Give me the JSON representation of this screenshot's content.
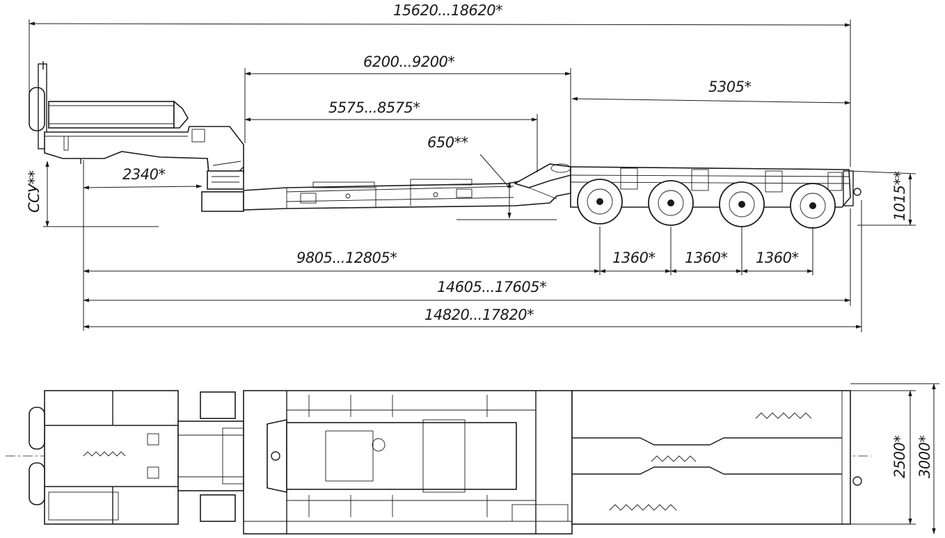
{
  "side_view": {
    "dims": {
      "overall_top": "15620...18620*",
      "gooseneck_to_rear_deck": "6200...9200*",
      "well_length": "5575...8575*",
      "rear_section": "5305*",
      "well_height": "650**",
      "kingpin_offset": "2340*",
      "fifth_wheel_height": "ССУ**",
      "deck_height": "1015**",
      "kingpin_to_axle": "9805...12805*",
      "axle_spacing_1": "1360*",
      "axle_spacing_2": "1360*",
      "axle_spacing_3": "1360*",
      "length_a": "14605...17605*",
      "length_b": "14820...17820*"
    }
  },
  "plan_view": {
    "dims": {
      "width_inner": "2500*",
      "width_outer": "3000*"
    }
  }
}
